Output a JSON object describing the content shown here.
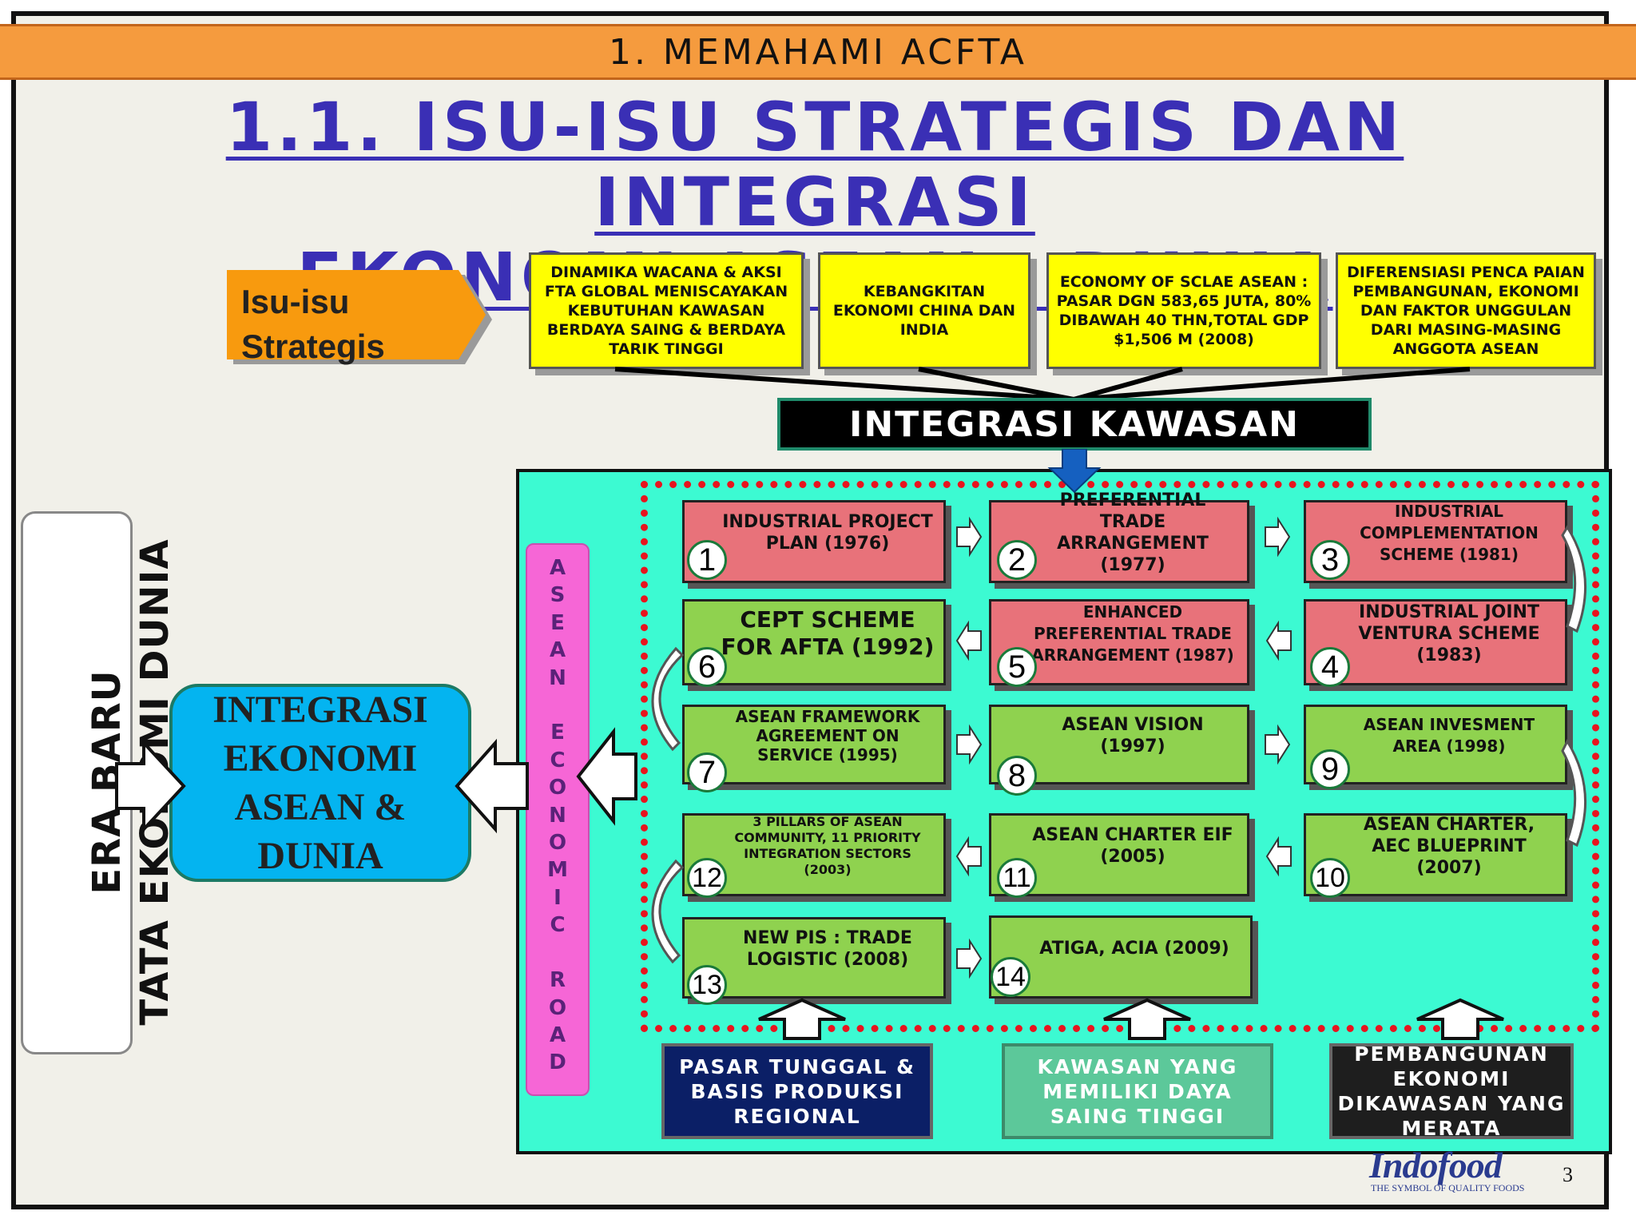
{
  "header": {
    "section": "1. MEMAHAMI ACFTA"
  },
  "title": {
    "line1": "1.1. ISU-ISU STRATEGIS DAN INTEGRASI",
    "line2": "EKONOMI ASEAN - DUNIA"
  },
  "isu": {
    "line1": "Isu-isu",
    "line2": "Strategis"
  },
  "issues": [
    "DINAMIKA WACANA & AKSI FTA GLOBAL MENISCAYAKAN KEBUTUHAN KAWASAN BERDAYA SAING & BERDAYA TARIK TINGGI",
    "KEBANGKITAN EKONOMI CHINA DAN INDIA",
    "ECONOMY OF SCLAE ASEAN : PASAR DGN 583,65 JUTA, 80% DIBAWAH 40 THN,TOTAL GDP $1,506 M (2008)",
    "DIFERENSIASI PENCA PAIAN PEMBANGUNAN, EKONOMI DAN FAKTOR UNGGULAN DARI MASING-MASING ANGGOTA ASEAN"
  ],
  "integrasi_kawasan": "INTEGRASI KAWASAN",
  "road": "A\nS\nE\nA\nN\n\nE\nC\nO\nN\nO\nM\nI\nC\n\nR\nO\nA\nD",
  "era": {
    "line1": "ERA BARU",
    "line2": "TATA EKONOMI DUNIA"
  },
  "integrasi_ekonomi": "INTEGRASI EKONOMI ASEAN & DUNIA",
  "steps": [
    {
      "n": "1",
      "label": "INDUSTRIAL PROJECT PLAN (1976)"
    },
    {
      "n": "2",
      "label": "PREFERENTIAL TRADE ARRANGEMENT (1977)"
    },
    {
      "n": "3",
      "label": "INDUSTRIAL COMPLEMENTATION SCHEME (1981)"
    },
    {
      "n": "4",
      "label": "INDUSTRIAL JOINT VENTURA SCHEME (1983)"
    },
    {
      "n": "5",
      "label": "ENHANCED PREFERENTIAL TRADE ARRANGEMENT (1987)"
    },
    {
      "n": "6",
      "label": "CEPT SCHEME FOR AFTA (1992)"
    },
    {
      "n": "7",
      "label": "ASEAN FRAMEWORK AGREEMENT ON SERVICE (1995)"
    },
    {
      "n": "8",
      "label": "ASEAN VISION (1997)"
    },
    {
      "n": "9",
      "label": "ASEAN INVESMENT AREA (1998)"
    },
    {
      "n": "10",
      "label": "ASEAN CHARTER, AEC BLUEPRINT (2007)"
    },
    {
      "n": "11",
      "label": "ASEAN CHARTER EIF (2005)"
    },
    {
      "n": "12",
      "label": "3 PILLARS OF ASEAN COMMUNITY, 11 PRIORITY INTEGRATION SECTORS (2003)"
    },
    {
      "n": "13",
      "label": "NEW PIS : TRADE LOGISTIC (2008)"
    },
    {
      "n": "14",
      "label": "ATIGA, ACIA (2009)"
    }
  ],
  "bottom": [
    "PASAR TUNGGAL & BASIS PRODUKSI REGIONAL",
    "KAWASAN YANG MEMILIKI DAYA SAING TINGGI",
    "PEMBANGUNAN EKONOMI DIKAWASAN YANG MERATA"
  ],
  "logo": {
    "main": "Indofood",
    "sub": "THE SYMBOL OF        QUALITY FOODS"
  },
  "page_number": "3"
}
